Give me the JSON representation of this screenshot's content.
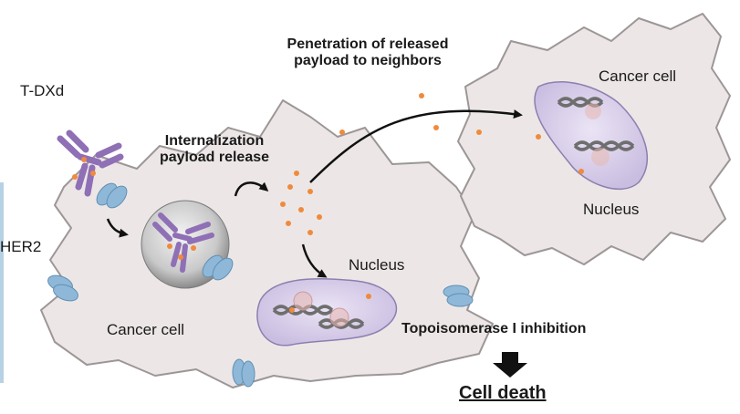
{
  "labels": {
    "tdxd": "T-DXd",
    "her2": "HER2",
    "penetration_line1": "Penetration of released",
    "penetration_line2": "payload to neighbors",
    "internalization_line1": "Internalization",
    "internalization_line2": "payload release",
    "cancer_cell_main": "Cancer cell",
    "cancer_cell_neighbor": "Cancer cell",
    "nucleus_main": "Nucleus",
    "nucleus_neighbor": "Nucleus",
    "topoisomerase": "Topoisomerase I inhibition",
    "cell_death": "Cell death"
  },
  "colors": {
    "cell_fill": "#ece7e6",
    "cell_stroke": "#9d9696",
    "nucleus_fill": "#dcd3ec",
    "nucleus_stroke": "#8c7fb0",
    "payload": "#f08a3c",
    "antibody": "#8f6fb5",
    "receptor": "#8fb8d8",
    "dna": "#6e6e6e",
    "arrow": "#111111"
  }
}
